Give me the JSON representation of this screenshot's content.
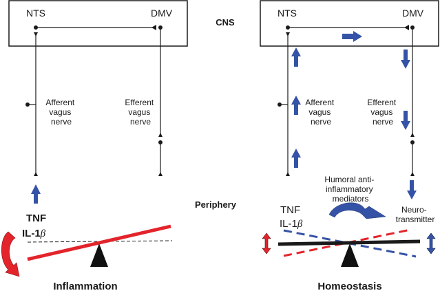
{
  "regions": {
    "cns_label": "CNS",
    "periphery_label": "Periphery"
  },
  "left_panel": {
    "nts_label": "NTS",
    "dmv_label": "DMV",
    "afferent_label": [
      "Afferent",
      "vagus",
      "nerve"
    ],
    "efferent_label": [
      "Efferent",
      "vagus",
      "nerve"
    ],
    "cytokines": {
      "line1": "TNF",
      "line2_prefix": "IL-1",
      "line2_greek": "β"
    },
    "caption": "Inflammation",
    "state": "tilted"
  },
  "right_panel": {
    "nts_label": "NTS",
    "dmv_label": "DMV",
    "afferent_label": [
      "Afferent",
      "vagus",
      "nerve"
    ],
    "efferent_label": [
      "Efferent",
      "vagus",
      "nerve"
    ],
    "cytokines": {
      "line1": "TNF",
      "line2_prefix": "IL-1",
      "line2_greek": "β"
    },
    "humoral_label": [
      "Humoral anti-",
      "inflammatory",
      "mediators"
    ],
    "neurotransmitter_label": [
      "Neuro-",
      "transmitter"
    ],
    "caption": "Homeostasis",
    "state": "balanced"
  },
  "colors": {
    "signal_arrow": "#3553a6",
    "inflammation": "#e3242b",
    "balance_beam": "#1a1a1a",
    "line": "#1a1a1a"
  }
}
